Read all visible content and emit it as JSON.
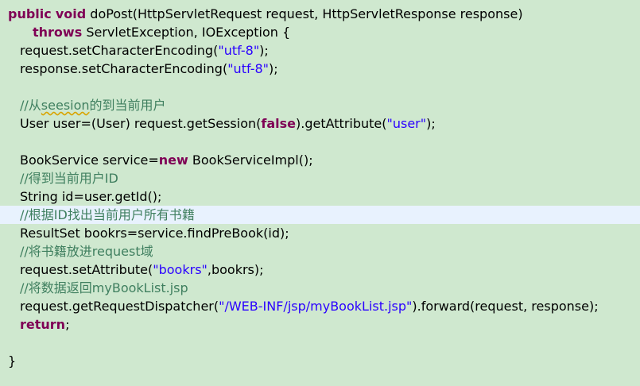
{
  "editor": {
    "background": "#cfe8cf",
    "highlight_color": "#e8f2fe",
    "keyword_color": "#7f0055",
    "string_color": "#2a00ff",
    "comment_color": "#3f7f5f",
    "lines": [
      {
        "indent": 0,
        "highlight": false,
        "tokens": [
          {
            "t": "kw",
            "v": "public"
          },
          {
            "t": "tx",
            "v": " "
          },
          {
            "t": "kw",
            "v": "void"
          },
          {
            "t": "tx",
            "v": " doPost(HttpServletRequest request, HttpServletResponse response)"
          }
        ]
      },
      {
        "indent": 2,
        "highlight": false,
        "tokens": [
          {
            "t": "kw",
            "v": "throws"
          },
          {
            "t": "tx",
            "v": " ServletException, IOException {"
          }
        ]
      },
      {
        "indent": 1,
        "highlight": false,
        "tokens": [
          {
            "t": "tx",
            "v": "request.setCharacterEncoding("
          },
          {
            "t": "str",
            "v": "\"utf-8\""
          },
          {
            "t": "tx",
            "v": ");"
          }
        ]
      },
      {
        "indent": 1,
        "highlight": false,
        "tokens": [
          {
            "t": "tx",
            "v": "response.setCharacterEncoding("
          },
          {
            "t": "str",
            "v": "\"utf-8\""
          },
          {
            "t": "tx",
            "v": ");"
          }
        ]
      },
      {
        "indent": 0,
        "highlight": false,
        "tokens": []
      },
      {
        "indent": 1,
        "highlight": false,
        "tokens": [
          {
            "t": "cm",
            "v": "//从"
          },
          {
            "t": "cmw",
            "v": "seesion"
          },
          {
            "t": "cm",
            "v": "的到当前用户"
          }
        ]
      },
      {
        "indent": 1,
        "highlight": false,
        "tokens": [
          {
            "t": "tx",
            "v": "User user=(User) request.getSession("
          },
          {
            "t": "kw",
            "v": "false"
          },
          {
            "t": "tx",
            "v": ").getAttribute("
          },
          {
            "t": "str",
            "v": "\"user\""
          },
          {
            "t": "tx",
            "v": ");"
          }
        ]
      },
      {
        "indent": 0,
        "highlight": false,
        "tokens": []
      },
      {
        "indent": 1,
        "highlight": false,
        "tokens": [
          {
            "t": "tx",
            "v": "BookService service="
          },
          {
            "t": "kw",
            "v": "new"
          },
          {
            "t": "tx",
            "v": " BookServiceImpl();"
          }
        ]
      },
      {
        "indent": 1,
        "highlight": false,
        "tokens": [
          {
            "t": "cm",
            "v": "//得到当前用户ID"
          }
        ]
      },
      {
        "indent": 1,
        "highlight": false,
        "tokens": [
          {
            "t": "tx",
            "v": "String id=user.getId();"
          }
        ]
      },
      {
        "indent": 1,
        "highlight": true,
        "tokens": [
          {
            "t": "cm",
            "v": "//根据ID找出当前用户所有书籍"
          }
        ]
      },
      {
        "indent": 1,
        "highlight": false,
        "tokens": [
          {
            "t": "tx",
            "v": "ResultSet bookrs=service.findPreBook(id);"
          }
        ]
      },
      {
        "indent": 1,
        "highlight": false,
        "tokens": [
          {
            "t": "cm",
            "v": "//将书籍放进request域"
          }
        ]
      },
      {
        "indent": 1,
        "highlight": false,
        "tokens": [
          {
            "t": "tx",
            "v": "request.setAttribute("
          },
          {
            "t": "str",
            "v": "\"bookrs\""
          },
          {
            "t": "tx",
            "v": ",bookrs);"
          }
        ]
      },
      {
        "indent": 1,
        "highlight": false,
        "tokens": [
          {
            "t": "cm",
            "v": "//将数据返回myBookList.jsp"
          }
        ]
      },
      {
        "indent": 1,
        "highlight": false,
        "tokens": [
          {
            "t": "tx",
            "v": "request.getRequestDispatcher("
          },
          {
            "t": "str",
            "v": "\"/WEB-INF/jsp/myBookList.jsp\""
          },
          {
            "t": "tx",
            "v": ").forward(request, response);"
          }
        ]
      },
      {
        "indent": 1,
        "highlight": false,
        "tokens": [
          {
            "t": "kw",
            "v": "return"
          },
          {
            "t": "tx",
            "v": ";"
          }
        ]
      },
      {
        "indent": 0,
        "highlight": false,
        "tokens": []
      },
      {
        "indent": 0,
        "highlight": false,
        "tokens": [
          {
            "t": "tx",
            "v": "}"
          }
        ]
      }
    ]
  }
}
